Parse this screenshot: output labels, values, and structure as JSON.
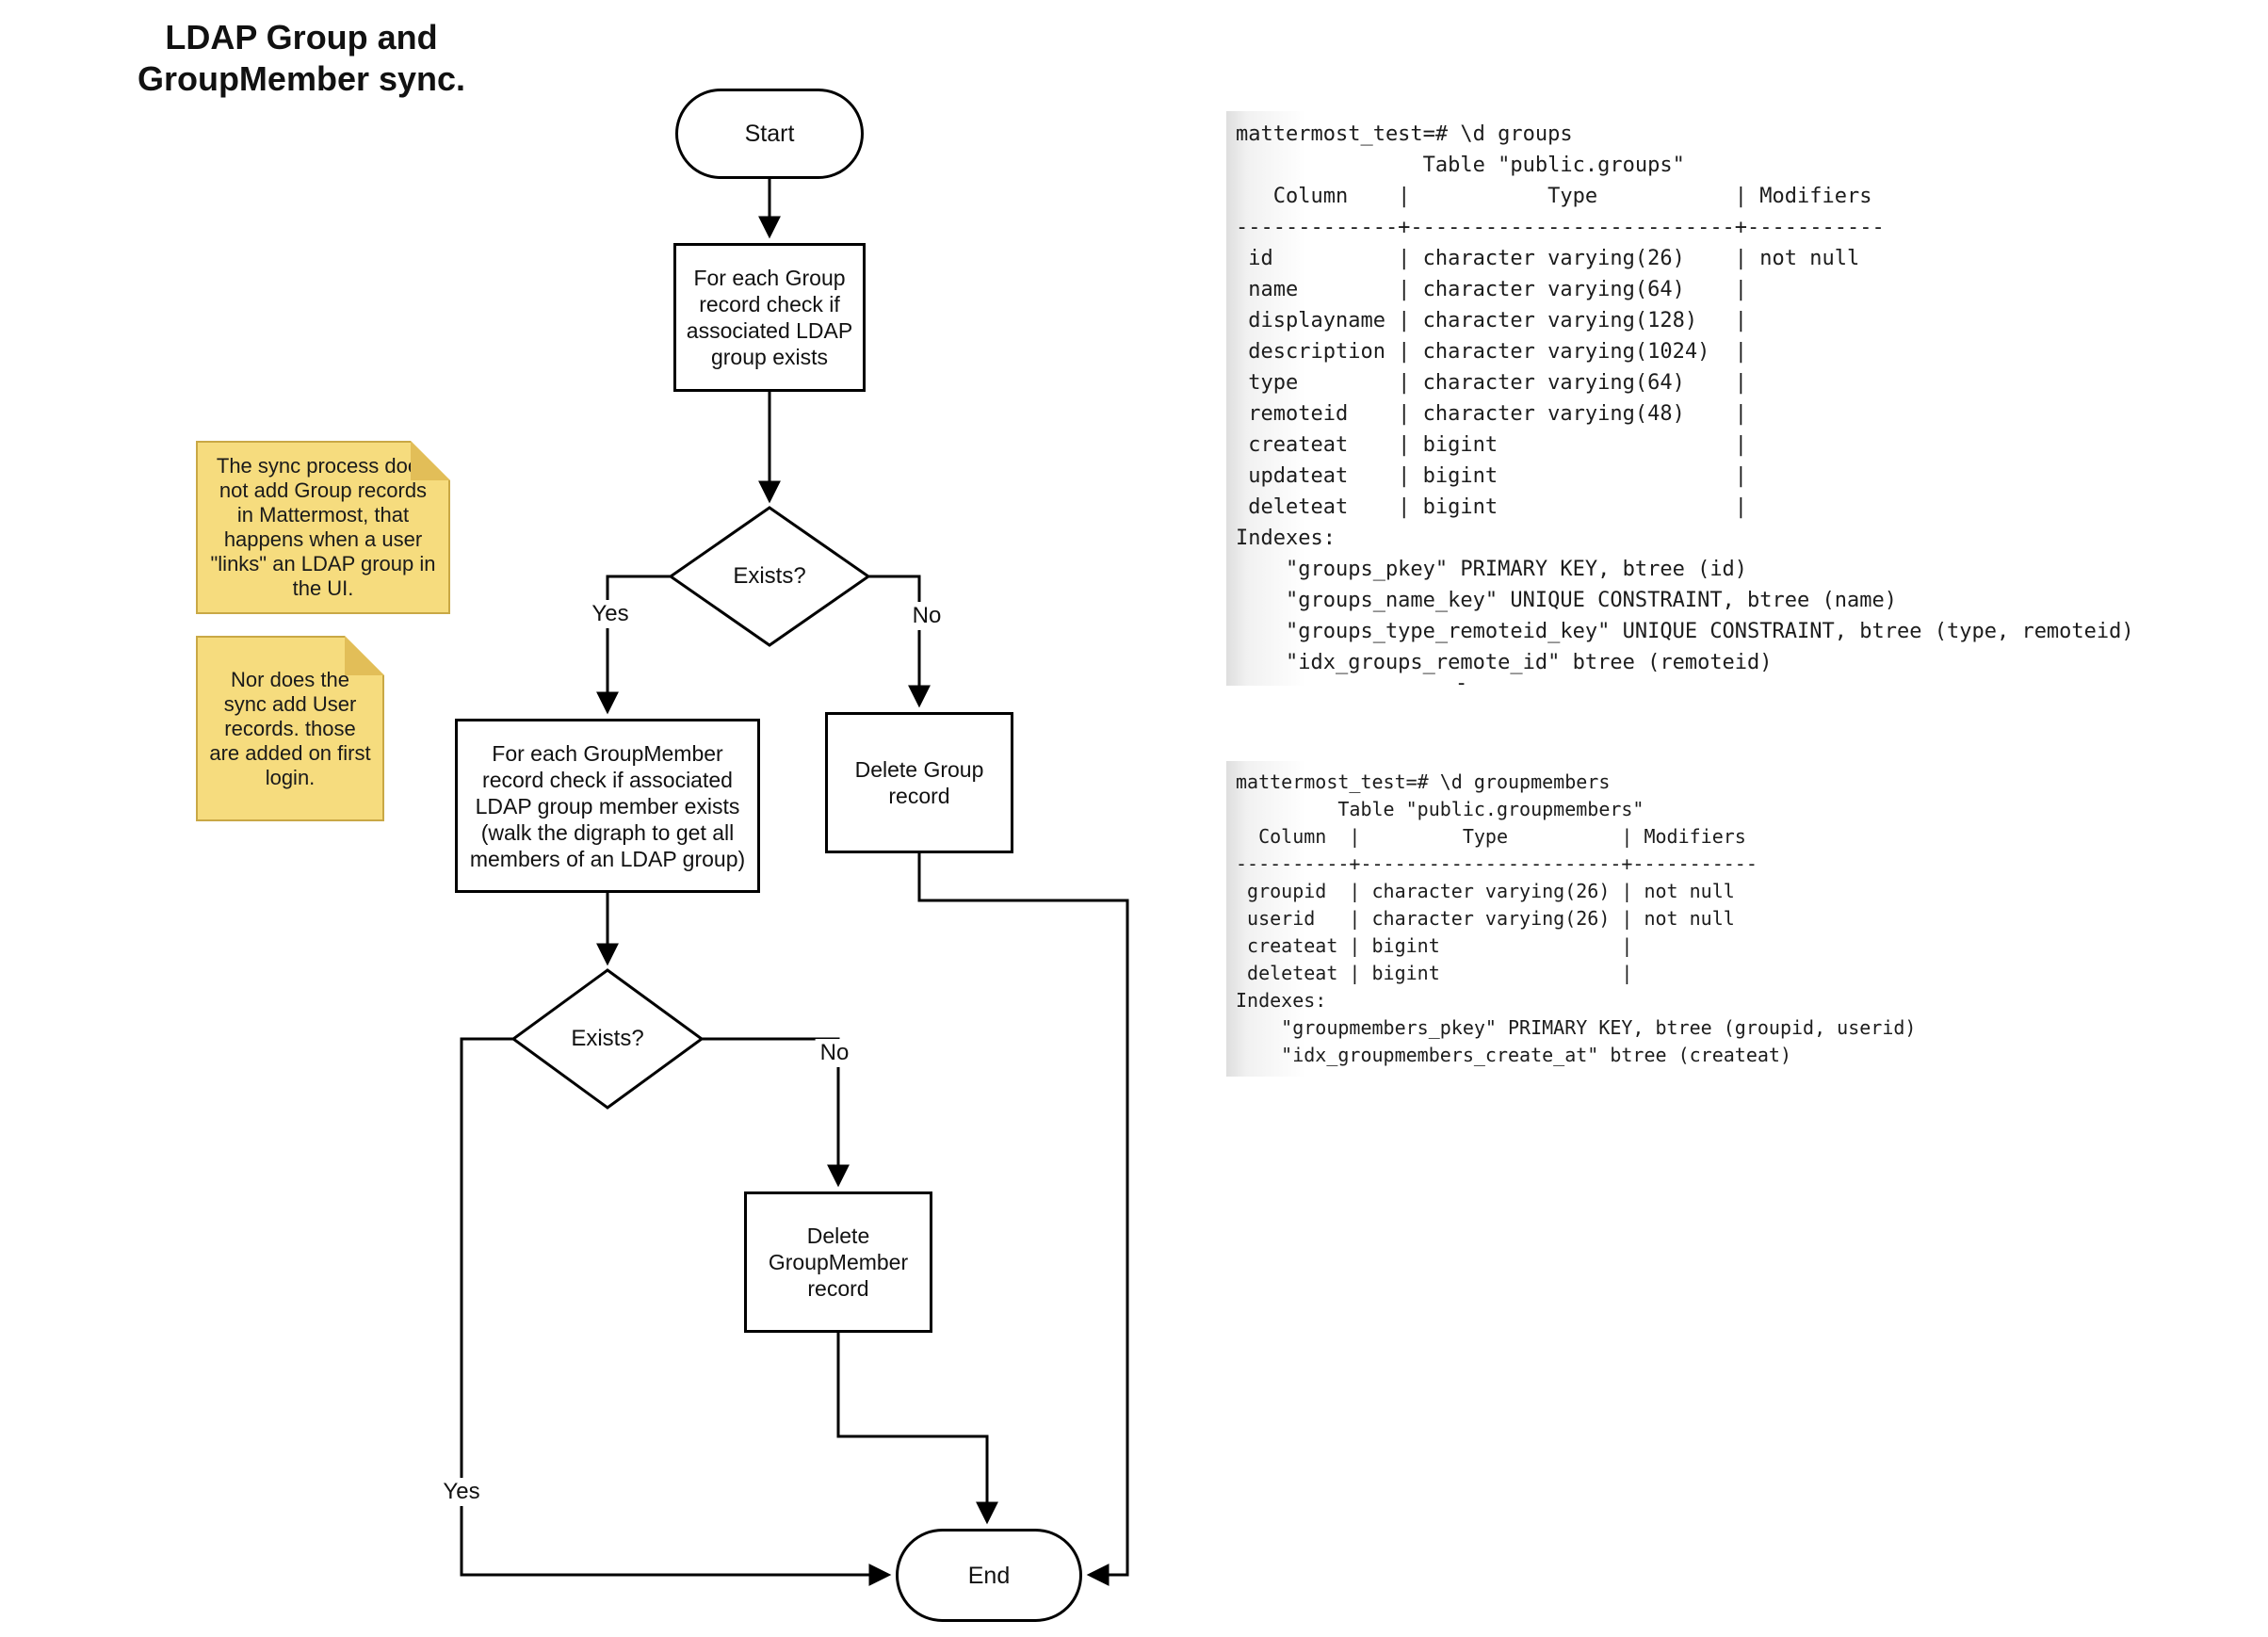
{
  "title": {
    "line1": "LDAP Group and",
    "line2": "GroupMember sync."
  },
  "flowchart": {
    "start": "Start",
    "check_group": "For each Group record check if associated LDAP group exists",
    "exists1": "Exists?",
    "yes1": "Yes",
    "no1": "No",
    "check_member": "For each GroupMember record check if associated LDAP group member exists (walk the digraph to get all members of an LDAP group)",
    "delete_group": "Delete Group record",
    "exists2": "Exists?",
    "yes2": "Yes",
    "no2": "No",
    "delete_member": "Delete GroupMember record",
    "end": "End"
  },
  "notes": [
    {
      "text": "The sync process does not add Group records in Mattermost, that happens when a user \"links\" an LDAP group in the UI."
    },
    {
      "text": "Nor does the sync add User records. those are added on first login."
    }
  ],
  "terminals": [
    {
      "lines": [
        "mattermost_test=# \\d groups",
        "               Table \"public.groups\"",
        "   Column    |           Type           | Modifiers",
        "-------------+--------------------------+-----------",
        " id          | character varying(26)    | not null",
        " name        | character varying(64)    | ",
        " displayname | character varying(128)   | ",
        " description | character varying(1024)  | ",
        " type        | character varying(64)    | ",
        " remoteid    | character varying(48)    | ",
        " createat    | bigint                   | ",
        " updateat    | bigint                   | ",
        " deleteat    | bigint                   | ",
        "Indexes:",
        "    \"groups_pkey\" PRIMARY KEY, btree (id)",
        "    \"groups_name_key\" UNIQUE CONSTRAINT, btree (name)",
        "    \"groups_type_remoteid_key\" UNIQUE CONSTRAINT, btree (type, remoteid)",
        "    \"idx_groups_remote_id\" btree (remoteid)"
      ],
      "trailing_dash": "-"
    },
    {
      "lines": [
        "mattermost_test=# \\d groupmembers",
        "         Table \"public.groupmembers\"",
        "  Column  |         Type          | Modifiers",
        "----------+-----------------------+-----------",
        " groupid  | character varying(26) | not null",
        " userid   | character varying(26) | not null",
        " createat | bigint                | ",
        " deleteat | bigint                | ",
        "Indexes:",
        "    \"groupmembers_pkey\" PRIMARY KEY, btree (groupid, userid)",
        "    \"idx_groupmembers_create_at\" btree (createat)"
      ]
    }
  ],
  "colors": {
    "line": "#000000",
    "note_fill": "#F6DC7E",
    "note_border": "#C9A845",
    "note_fold": "#E2BE58",
    "terminal_text": "#1C1C1C",
    "terminal_edge": "#DEDEDE"
  }
}
